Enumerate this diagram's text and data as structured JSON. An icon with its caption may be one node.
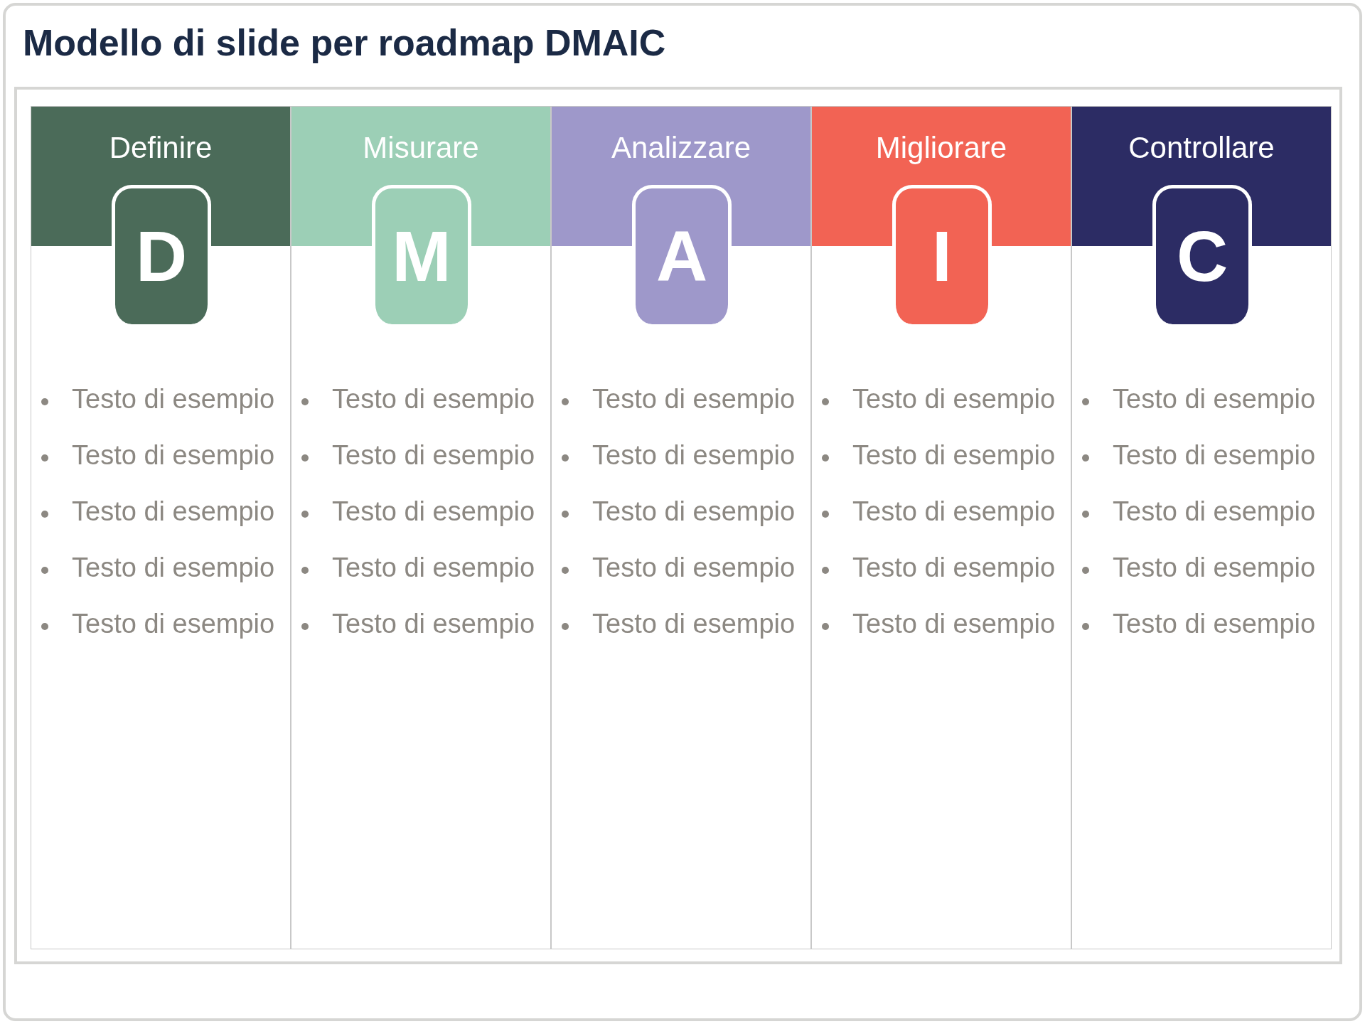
{
  "diagram": {
    "title": "Modello di slide per roadmap DMAIC",
    "nodes": [
      {
        "text": [
          "Definire",
          "Testo di esempio",
          "Testo di esempio",
          "Testo di esempio",
          "Testo di esempio",
          "Testo di esempio"
        ]
      },
      {
        "text": [
          "D"
        ],
        "in": 0
      },
      {
        "text": [
          "Misurare",
          "Testo di esempio",
          "Testo di esempio",
          "Testo di esempio",
          "Testo di esempio",
          "Testo di esempio"
        ]
      },
      {
        "text": [
          "M"
        ],
        "in": 2
      },
      {
        "text": [
          "Analizzare",
          "Testo di esempio",
          "Testo di esempio",
          "Testo di esempio",
          "Testo di esempio",
          "Testo di esempio"
        ]
      },
      {
        "text": [
          "A"
        ],
        "in": 4
      },
      {
        "text": [
          "Migliorare",
          "Testo di esempio",
          "Testo di esempio",
          "Testo di esempio",
          "Testo di esempio",
          "Testo di esempio"
        ]
      },
      {
        "text": [
          "I"
        ],
        "in": 6
      },
      {
        "text": [
          "Controllare",
          "Testo di esempio",
          "Testo di esempio",
          "Testo di esempio",
          "Testo di esempio",
          "Testo di esempio"
        ]
      },
      {
        "text": [
          "C"
        ],
        "in": 8
      }
    ]
  }
}
